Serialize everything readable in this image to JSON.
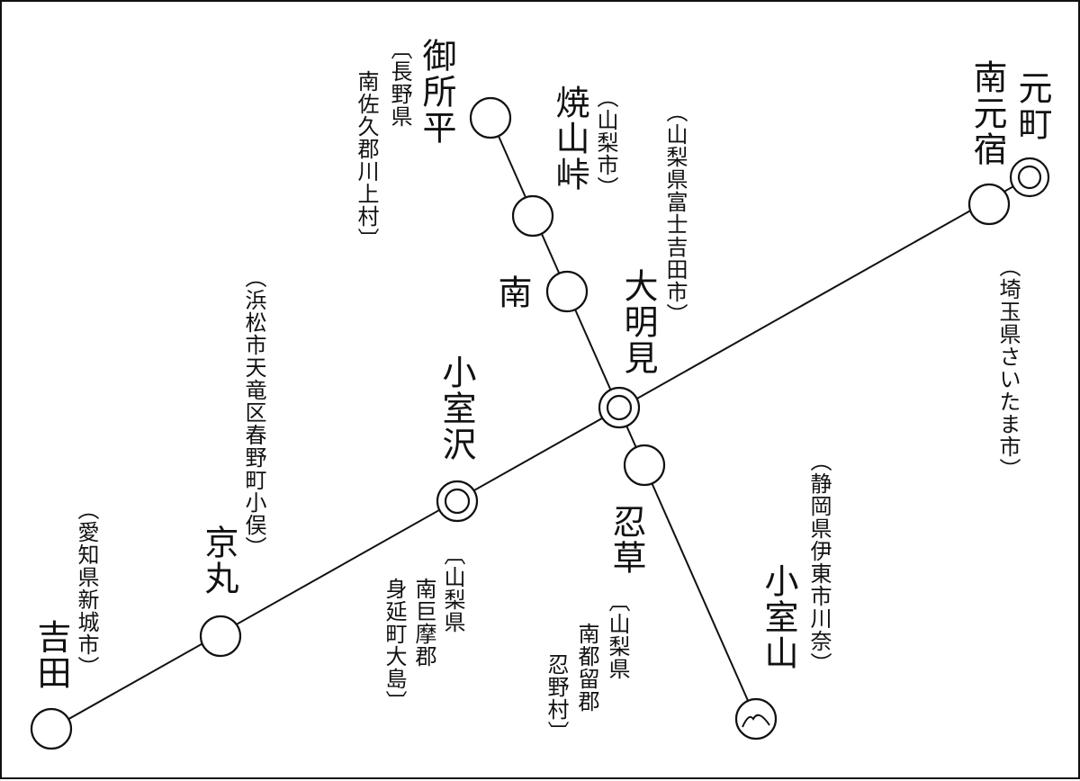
{
  "stations": {
    "motomachi": "元町",
    "minamimotojuku": "南元宿",
    "saitama": "（埼玉県さいたま市）",
    "goshodaira": "御所平",
    "nagano": "︹長野県",
    "nagano2": "南佐久郡川上村︺",
    "yakeyama": "焼山峠",
    "yamanashi_city": "（山梨市）",
    "fujiyoshida": "（山梨県富士吉田市）",
    "minami": "南",
    "daimyomi": "大明見",
    "komurosawa": "小室沢",
    "hamamatsu": "（浜松市天竜区春野町小俣）",
    "kyomaru": "京丸",
    "yoshida": "吉田",
    "shinshiro": "（愛知県新城市）",
    "minobu1": "︹山梨県",
    "minobu2": "南巨摩郡",
    "minobu3": "身延町大島︺",
    "oshikusa": "忍草",
    "oshino1": "︹山梨県",
    "oshino2": "南都留郡",
    "oshino3": "忍野村︺",
    "komuroyama": "小室山",
    "ito": "（静岡県伊東市川奈）"
  }
}
